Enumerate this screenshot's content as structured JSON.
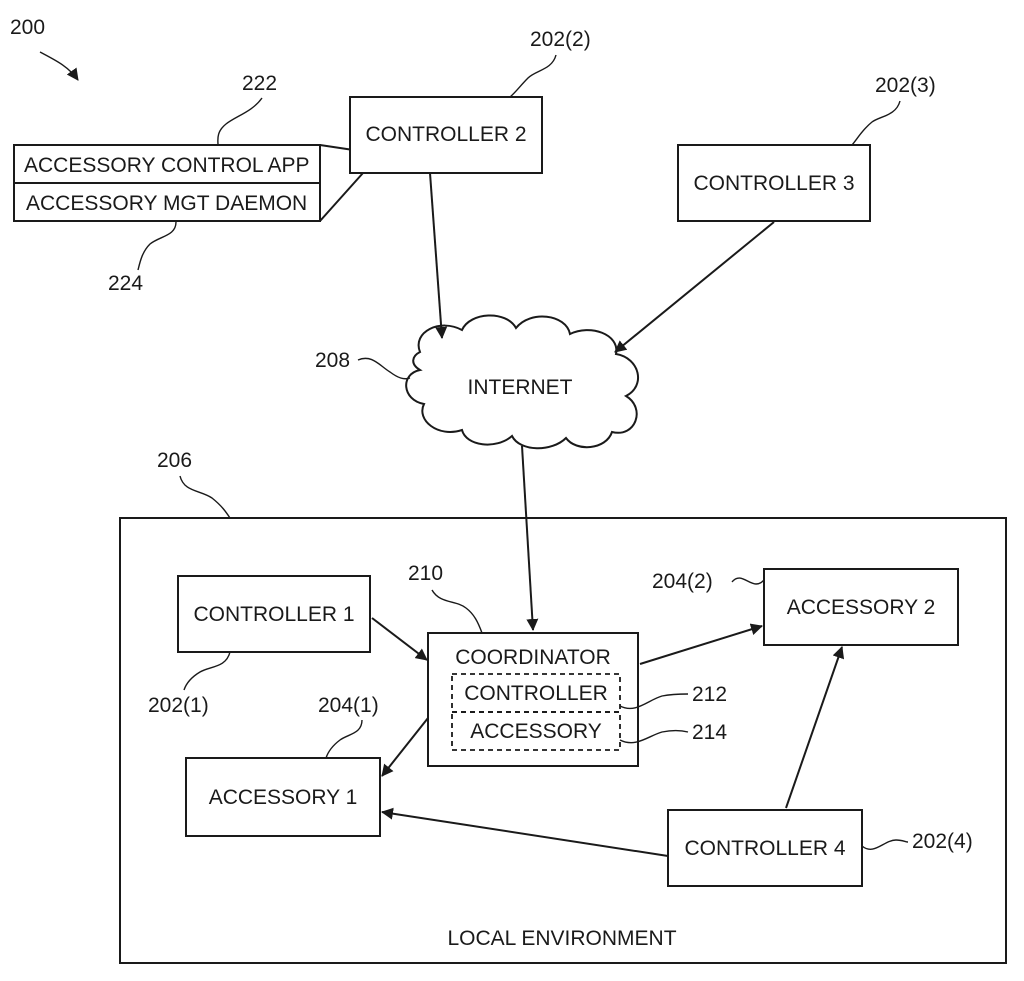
{
  "figure_number": "200",
  "boxes": {
    "controller_2": "CONTROLLER 2",
    "controller_3": "CONTROLLER 3",
    "controller_1": "CONTROLLER 1",
    "controller_4": "CONTROLLER 4",
    "accessory_1": "ACCESSORY 1",
    "accessory_2": "ACCESSORY 2",
    "coordinator": "COORDINATOR",
    "coordinator_controller": "CONTROLLER",
    "coordinator_accessory": "ACCESSORY",
    "internet": "INTERNET",
    "app_top": "ACCESSORY CONTROL APP",
    "app_bottom": "ACCESSORY MGT DAEMON",
    "local_environment": "LOCAL ENVIRONMENT"
  },
  "refs": {
    "r222": "222",
    "r224": "224",
    "r202_2": "202(2)",
    "r202_3": "202(3)",
    "r202_1": "202(1)",
    "r202_4": "202(4)",
    "r204_1": "204(1)",
    "r204_2": "204(2)",
    "r206": "206",
    "r208": "208",
    "r210": "210",
    "r212": "212",
    "r214": "214"
  }
}
